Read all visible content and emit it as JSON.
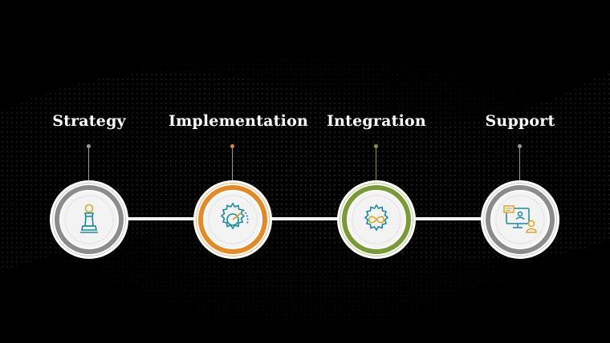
{
  "steps": [
    {
      "title": "Strategy",
      "icon": "chess-pawn-icon",
      "accent": "#8c8c8c"
    },
    {
      "title": "Implementation",
      "icon": "gear-gauge-icon",
      "accent": "#e08a2a"
    },
    {
      "title": "Integration",
      "icon": "gear-infinity-icon",
      "accent": "#7a9a3a"
    },
    {
      "title": "Support",
      "icon": "monitor-support-icon",
      "accent": "#8c8c8c"
    }
  ],
  "colors": {
    "background": "#000000",
    "icon_teal": "#1a8a9a",
    "icon_gold": "#d9a62a",
    "connector": "#f2f2f2"
  }
}
